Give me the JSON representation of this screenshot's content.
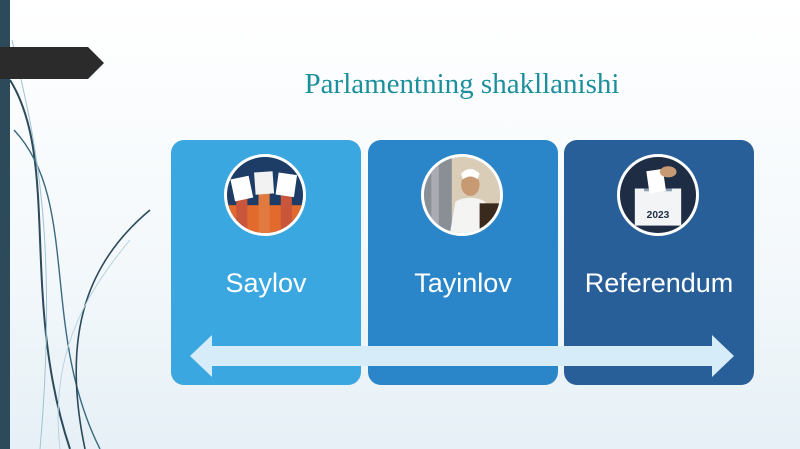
{
  "slide": {
    "title": "Parlamentning shakllanishi",
    "cards": [
      {
        "label": "Saylov",
        "image": "raised-ballots-image"
      },
      {
        "label": "Tayinlov",
        "image": "official-portrait-image"
      },
      {
        "label": "Referendum",
        "image": "ballot-box-image",
        "image_text": "2023"
      }
    ]
  },
  "colors": {
    "title": "#1b8f9c",
    "card_1": "#3aa7e0",
    "card_2": "#2a86c9",
    "card_3": "#285f98",
    "arrow": "#d6ecf8",
    "tab": "#2b2b2b"
  }
}
